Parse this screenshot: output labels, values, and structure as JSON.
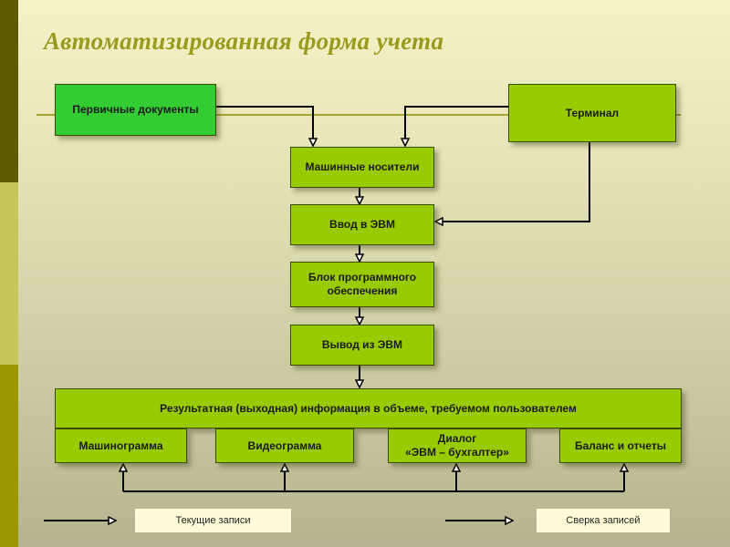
{
  "title": "Автоматизированная форма учета",
  "colors": {
    "box_fill": "#99cc00",
    "primary_box_fill": "#33cc33",
    "title": "#9a9a1e"
  },
  "boxes": {
    "primary_docs": "Первичные документы",
    "terminal": "Терминал",
    "machine_media": "Машинные носители",
    "computer_input": "Ввод в ЭВМ",
    "software_block": "Блок программного обеспечения",
    "computer_output": "Вывод из ЭВМ",
    "result_info": "Результатная (выходная) информация в объеме, требуемом пользователем",
    "machinogram": "Машинограмма",
    "videogram": "Видеограмма",
    "dialog_line1": "Диалог",
    "dialog_line2": "«ЭВМ – бухгалтер»",
    "balance": "Баланс и отчеты"
  },
  "legend": {
    "current_records": "Текущие записи",
    "reconciliation": "Сверка записей"
  }
}
